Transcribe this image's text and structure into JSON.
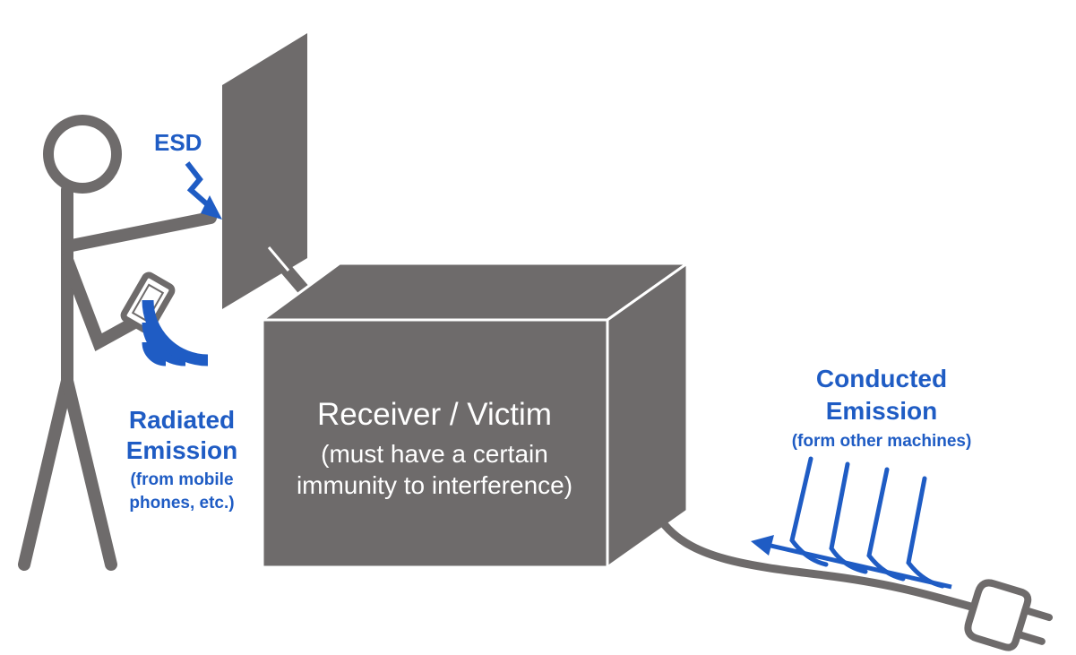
{
  "colors": {
    "gray": "#6e6b6b",
    "blue": "#1f5cc4",
    "edge": "#ffffff",
    "background": "#ffffff"
  },
  "labels": {
    "esd": "ESD",
    "radiated": {
      "line1": "Radiated",
      "line2": "Emission",
      "line3": "(from mobile",
      "line4": "phones, etc.)"
    },
    "receiver": {
      "line1": "Receiver / Victim",
      "line2": "(must have a certain",
      "line3": "immunity to interference)"
    },
    "conducted": {
      "line1": "Conducted",
      "line2": "Emission",
      "line3": "(form other machines)"
    }
  },
  "icons": [
    "stick-figure",
    "mobile-phone-icon",
    "lightning-bolt-icon",
    "wifi-waves-icon",
    "power-plug-icon",
    "ground-plate",
    "receiver-box",
    "cable",
    "transient-spikes"
  ]
}
